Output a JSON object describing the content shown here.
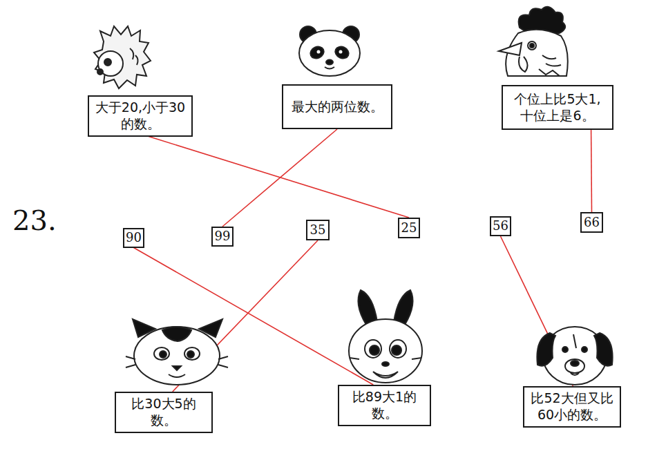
{
  "diagram": {
    "nodes": [
      {
        "text": [
          "大于20,小于30的数。"
        ]
      },
      {
        "text": [
          "最大的两位数。"
        ]
      },
      {
        "text": [
          "个位上比5大1,十位上是6。"
        ]
      },
      {
        "text": [
          "90"
        ]
      },
      {
        "text": [
          "99"
        ]
      },
      {
        "text": [
          "35"
        ]
      },
      {
        "text": [
          "25"
        ]
      },
      {
        "text": [
          "56"
        ]
      },
      {
        "text": [
          "66"
        ]
      },
      {
        "text": [
          "比30大5的数。"
        ]
      },
      {
        "text": [
          "比89大1的数。"
        ]
      },
      {
        "text": [
          "比52大但又比60小的数。"
        ]
      }
    ],
    "edges": [
      {
        "from": 0,
        "to": 6,
        "arrow": "none"
      },
      {
        "from": 1,
        "to": 4,
        "arrow": "none"
      },
      {
        "from": 2,
        "to": 8,
        "arrow": "none"
      },
      {
        "from": 5,
        "to": 9,
        "arrow": "none"
      },
      {
        "from": 3,
        "to": 10,
        "arrow": "none"
      },
      {
        "from": 7,
        "to": 11,
        "arrow": "none"
      }
    ],
    "labels": [
      "23."
    ]
  }
}
